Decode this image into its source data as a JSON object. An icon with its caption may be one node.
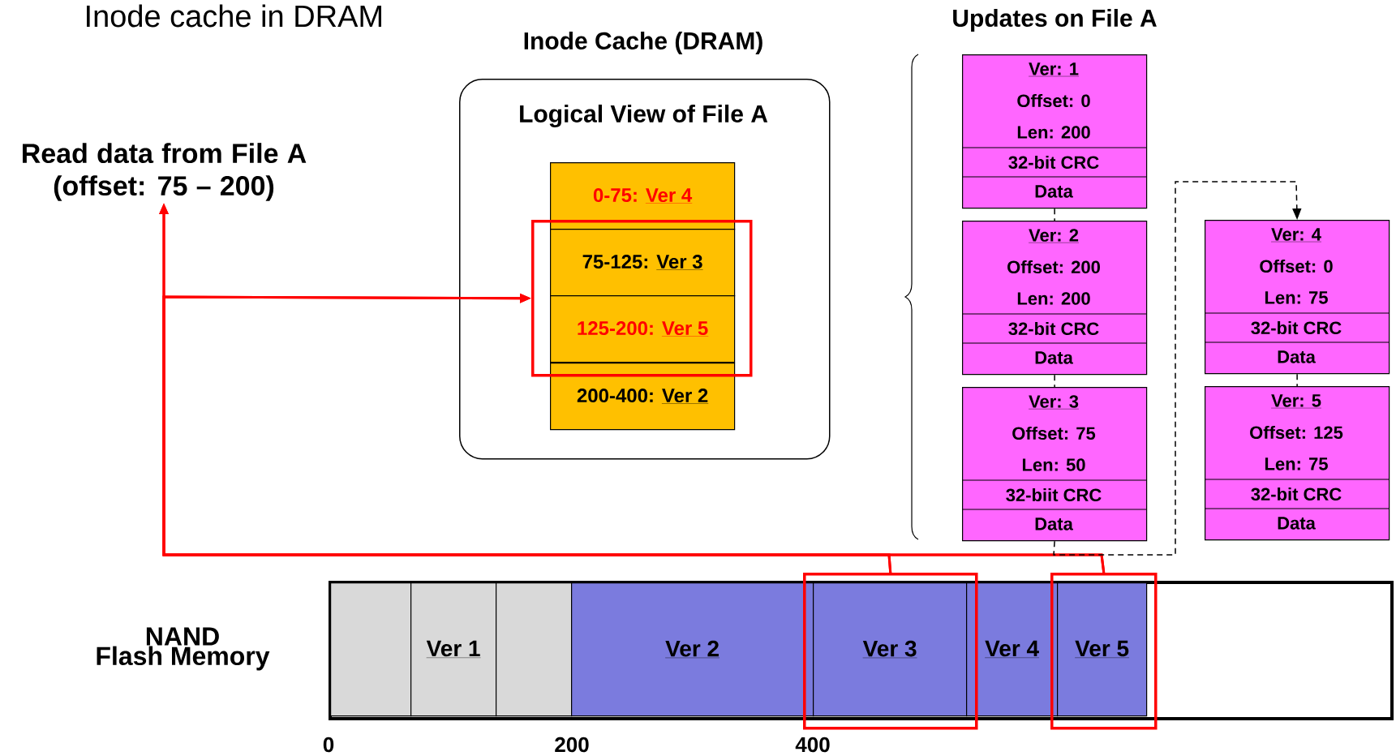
{
  "diagram": {
    "nodes": [
      {
        "text": [
          "Inode Cache (DRAM)",
          "Logical View of File A"
        ]
      },
      {
        "text": [
          "0-75:",
          "Ver 4"
        ],
        "in": 0
      },
      {
        "text": [
          "75-125:",
          "Ver 3"
        ],
        "in": 5
      },
      {
        "text": [
          "125-200:",
          "Ver 5"
        ],
        "in": 5
      },
      {
        "text": [
          "200-400:",
          "Ver 2"
        ],
        "in": 0
      },
      {
        "text": [],
        "shape": "box",
        "in": 0
      },
      {
        "text": [
          "Read data from File A (offset: 75 – 200)"
        ]
      },
      {
        "text": [
          "Ver: 1",
          "Offset: 0",
          "Len: 200",
          "32-bit CRC",
          "Data"
        ]
      },
      {
        "text": [
          "Ver: 2",
          "Offset: 200",
          "Len: 200",
          "32-bit CRC",
          "Data"
        ]
      },
      {
        "text": [
          "Ver: 3",
          "Offset: 75",
          "Len: 50",
          "32-biit CRC",
          "Data"
        ]
      },
      {
        "text": [
          "Ver: 4",
          "Offset: 0",
          "Len: 75",
          "32-bit CRC",
          "Data"
        ]
      },
      {
        "text": [
          "Ver: 5",
          "Offset: 125",
          "Len: 75",
          "32-bit CRC",
          "Data"
        ]
      },
      {
        "text": [
          "NAND",
          "Flash Memory"
        ]
      },
      {
        "text": [],
        "shape": "box",
        "in": 12
      },
      {
        "text": [
          "Ver 1"
        ],
        "in": 12
      },
      {
        "text": [],
        "shape": "box",
        "in": 12
      },
      {
        "text": [
          "Ver 2"
        ],
        "in": 12
      },
      {
        "text": [
          "Ver 3"
        ],
        "in": 20
      },
      {
        "text": [
          "Ver 4"
        ],
        "in": 12
      },
      {
        "text": [
          "Ver 5"
        ],
        "in": 21
      },
      {
        "text": [],
        "shape": "box"
      },
      {
        "text": [],
        "shape": "box"
      }
    ],
    "edges": [
      {
        "from": 20,
        "to": 6,
        "arrow": "to"
      },
      {
        "from": 21,
        "to": 6,
        "arrow": "to"
      },
      {
        "from": 20,
        "to": 5,
        "arrow": "to"
      },
      {
        "from": 21,
        "to": 5,
        "arrow": "to"
      },
      {
        "from": 9,
        "to": 10,
        "arrow": "to",
        "style": "dashed",
        "color": "#000000"
      },
      {
        "from": 7,
        "to": 8,
        "arrow": "none",
        "style": "dashed",
        "color": "#000000"
      },
      {
        "from": 8,
        "to": 9,
        "arrow": "none",
        "style": "dashed",
        "color": "#000000"
      },
      {
        "from": 10,
        "to": 11,
        "arrow": "none",
        "style": "dashed",
        "color": "#000000"
      }
    ],
    "labels": [
      "Inode cache in DRAM",
      "Updates on File A",
      "0",
      "200",
      "400"
    ]
  }
}
